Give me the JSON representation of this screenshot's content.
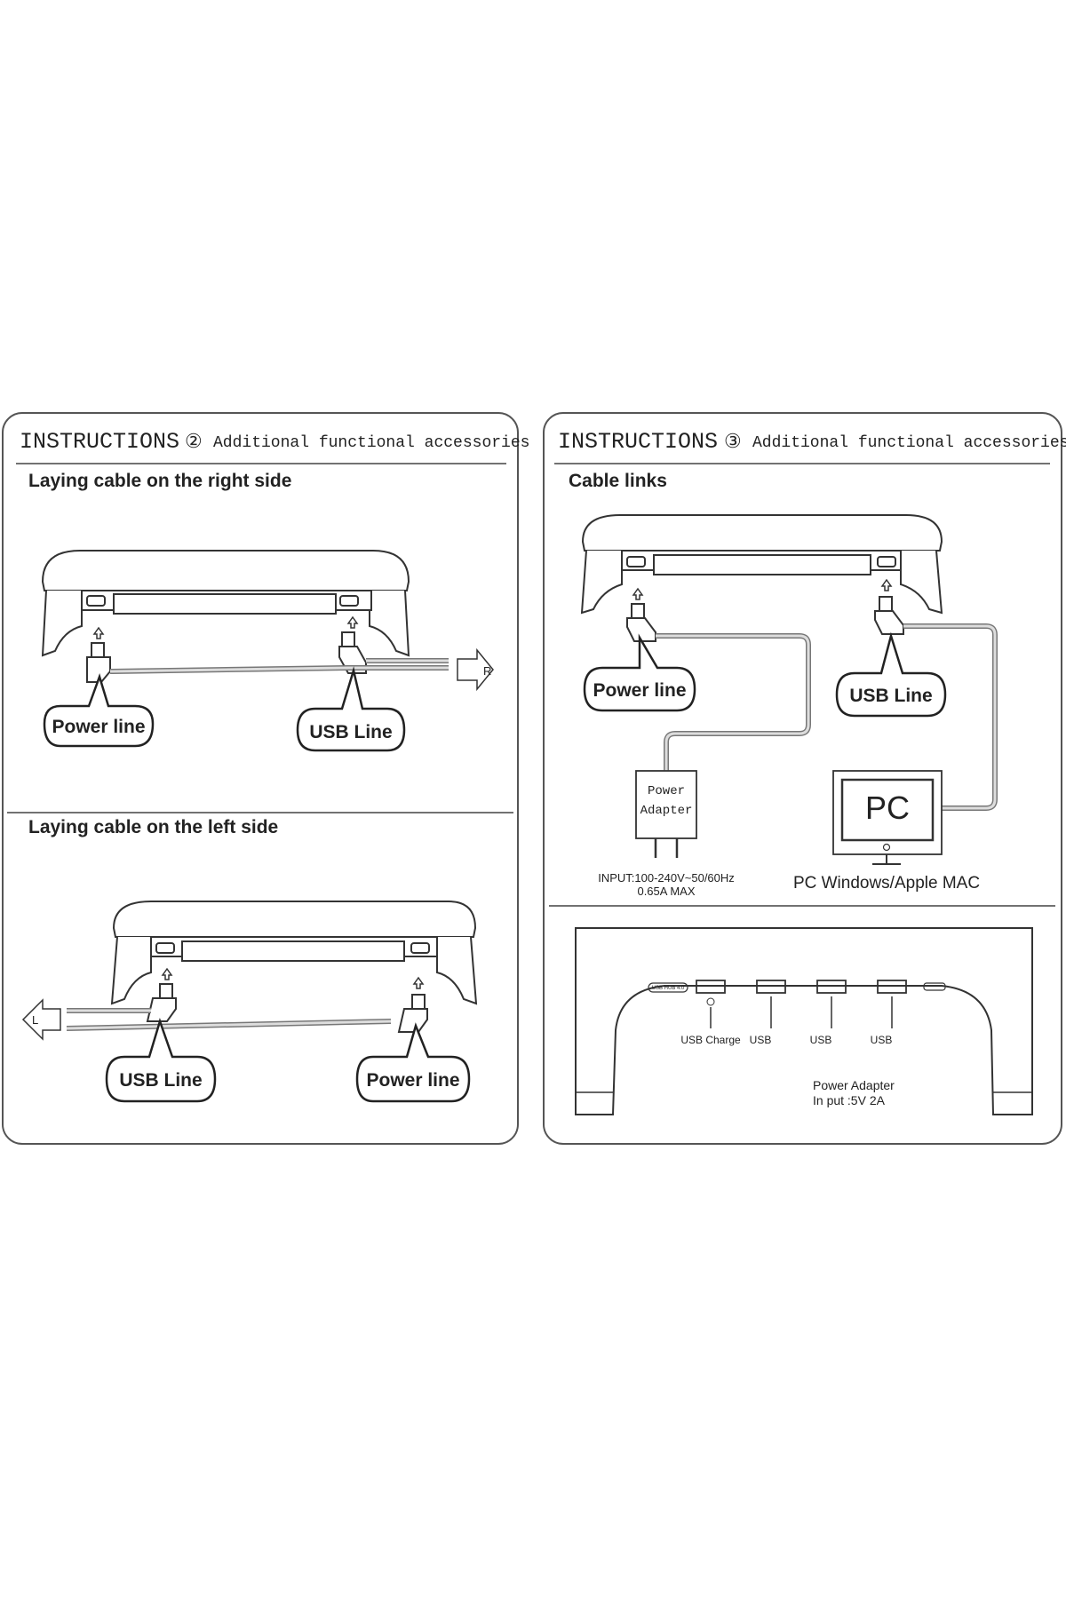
{
  "panel_left": {
    "header_title": "INSTRUCTIONS",
    "header_number": "②",
    "header_subtitle": "Additional functional accessories",
    "section_right_title": "Laying cable on the right side",
    "section_left_title": "Laying cable on the left side",
    "callout_power": "Power line",
    "callout_usb": "USB Line",
    "arrow_r": "R",
    "arrow_l": "L"
  },
  "panel_right": {
    "header_title": "INSTRUCTIONS",
    "header_number": "③",
    "header_subtitle": "Additional functional accessories",
    "section_title": "Cable links",
    "callout_power": "Power line",
    "callout_usb": "USB Line",
    "adapter_line1": "Power",
    "adapter_line2": "Adapter",
    "adapter_input_line1": "INPUT:100-240V~50/60Hz",
    "adapter_input_line2": "0.65A MAX",
    "pc_label": "PC",
    "pc_caption": "PC Windows/Apple MAC",
    "hub_label": "USB HUB 4.0",
    "port_labels": [
      "USB Charge",
      "USB",
      "USB",
      "USB"
    ],
    "power_adapter_line1": "Power Adapter",
    "power_adapter_line2": "In put :5V 2A"
  }
}
